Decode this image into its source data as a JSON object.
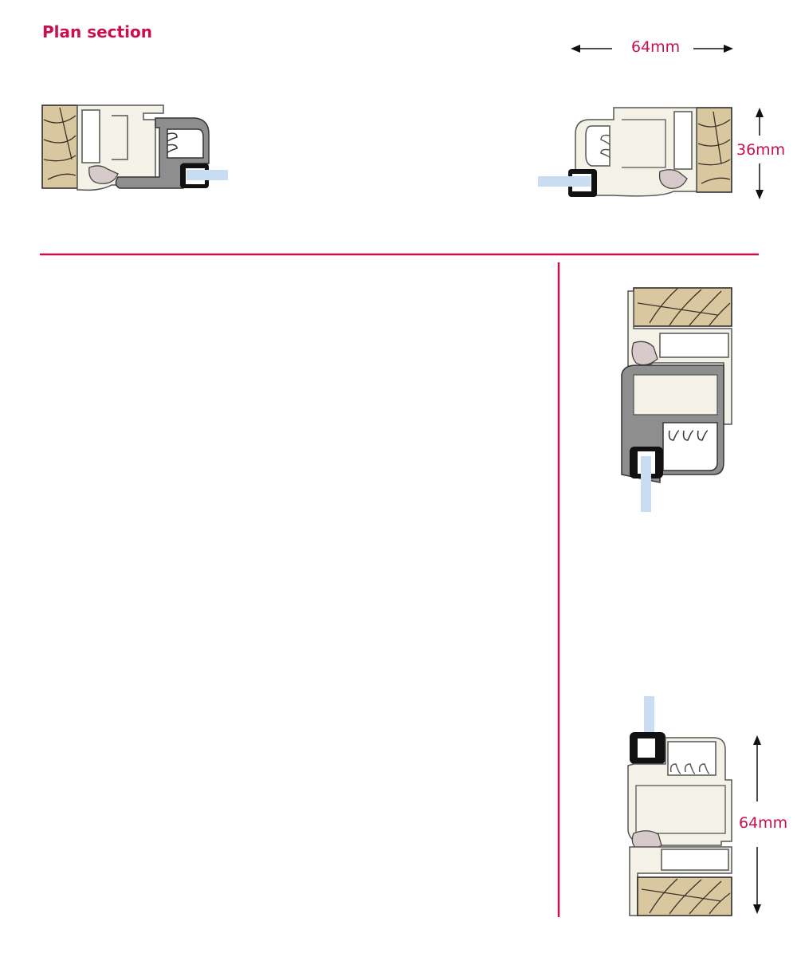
{
  "title": "Plan section",
  "dimensions": {
    "top_width": "64mm",
    "top_depth": "36mm",
    "right_height": "64mm"
  },
  "colors": {
    "accent": "#C8104F",
    "timber": "#D9C7A0",
    "timber_grain": "#3A3228",
    "aluminium_light": "#F4F1E6",
    "aluminium_dark": "#8E8E8E",
    "gasket": "#111111",
    "thermal_break": "#D8CACA",
    "glass": "#C9DDF2"
  }
}
